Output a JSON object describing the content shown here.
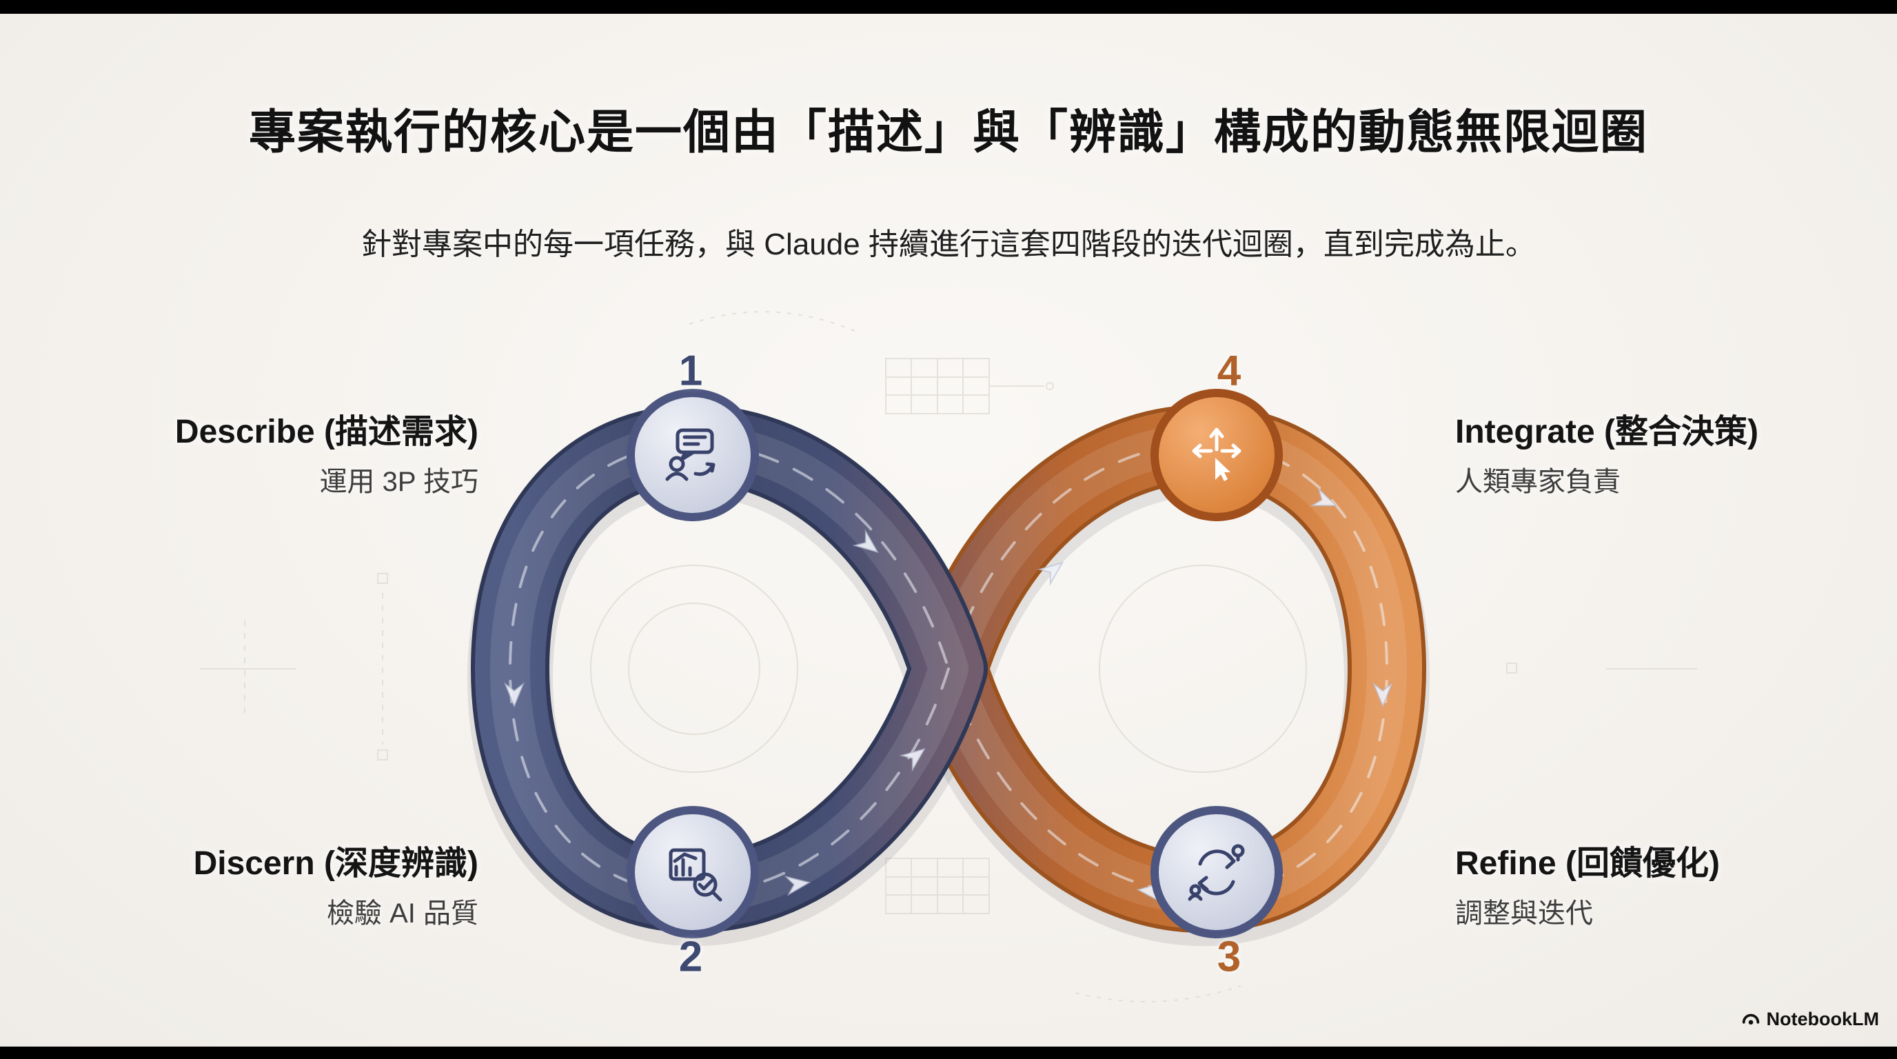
{
  "page": {
    "title": "專案執行的核心是一個由「描述」與「辨識」構成的動態無限迴圈",
    "subtitle": "針對專案中的每一項任務，與 Claude 持續進行這套四階段的迭代迴圈，直到完成為止。",
    "watermark": "NotebookLM",
    "background_color": "#f6f3ef",
    "letterbox_color": "#000000"
  },
  "loop": {
    "type": "infinity",
    "left_loop_color": "#3e4769",
    "right_loop_color": "#c97536",
    "flow": "four-stage iterative cycle"
  },
  "stages": [
    {
      "number": "1",
      "name": "Describe",
      "title": "Describe (描述需求)",
      "subtitle": "運用 3P 技巧",
      "position": "top-left",
      "accent": "#3d4970",
      "icon": "chat-person-icon"
    },
    {
      "number": "2",
      "name": "Discern",
      "title": "Discern (深度辨識)",
      "subtitle": "檢驗 AI 品質",
      "position": "bottom-left",
      "accent": "#3d4970",
      "icon": "chart-magnifier-icon"
    },
    {
      "number": "3",
      "name": "Refine",
      "title": "Refine (回饋優化)",
      "subtitle": "調整與迭代",
      "position": "bottom-right",
      "accent": "#b0622a",
      "icon": "cycle-arrows-icon"
    },
    {
      "number": "4",
      "name": "Integrate",
      "title": "Integrate (整合決策)",
      "subtitle": "人類專家負責",
      "position": "top-right",
      "accent": "#b0622a",
      "icon": "direction-arrows-icon"
    }
  ]
}
